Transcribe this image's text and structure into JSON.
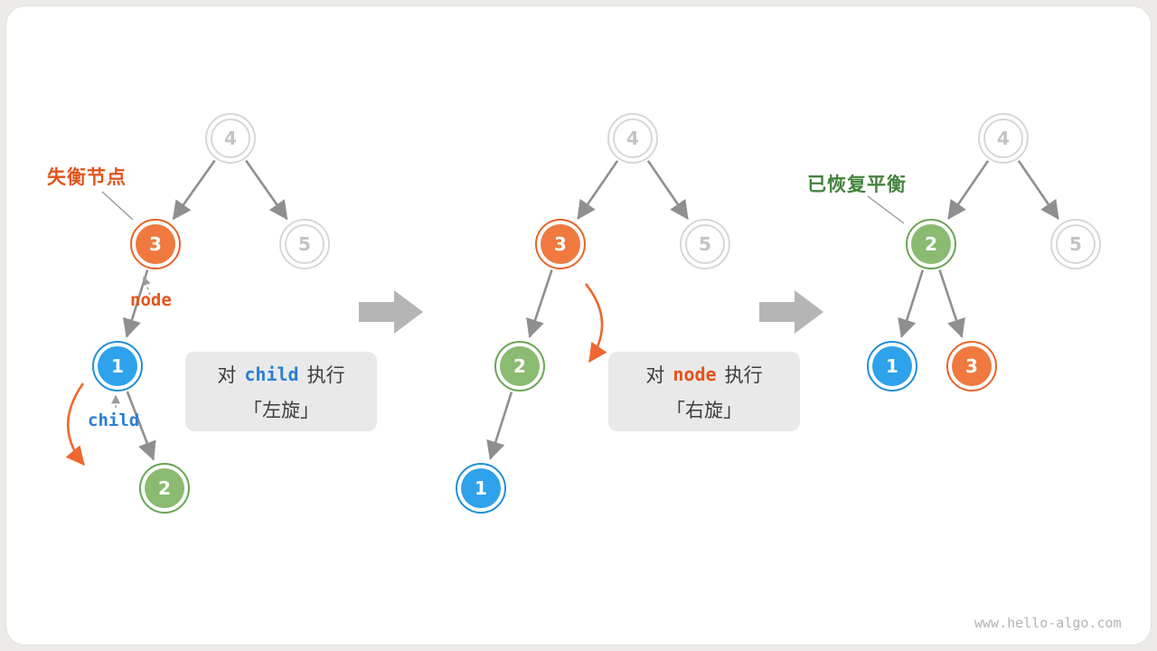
{
  "watermark": "www.hello-algo.com",
  "annotations": {
    "unbalanced_label": "失衡节点",
    "rebalanced_label": "已恢复平衡",
    "node_pointer": "node",
    "child_pointer": "child"
  },
  "captions": [
    {
      "prefix": "对",
      "code": "child",
      "suffix": "执行",
      "action": "「左旋」"
    },
    {
      "prefix": "对",
      "code": "node",
      "suffix": "执行",
      "action": "「右旋」"
    }
  ],
  "colors": {
    "orange": "#ee6b2f",
    "blue": "#2ea2ea",
    "green": "#8abb71",
    "gray_node": "#d7d7d7",
    "edge": "#8f8f8f",
    "big_arrow": "#b5b5b5",
    "caption_bg": "#e9e9e9"
  },
  "trees": [
    {
      "name": "step1-unbalanced-tree",
      "nodes": [
        {
          "value": "4",
          "color": "gray"
        },
        {
          "value": "3",
          "color": "orange"
        },
        {
          "value": "5",
          "color": "gray"
        },
        {
          "value": "1",
          "color": "blue"
        },
        {
          "value": "2",
          "color": "green"
        }
      ]
    },
    {
      "name": "step2-after-left-rotation",
      "nodes": [
        {
          "value": "4",
          "color": "gray"
        },
        {
          "value": "3",
          "color": "orange"
        },
        {
          "value": "5",
          "color": "gray"
        },
        {
          "value": "2",
          "color": "green"
        },
        {
          "value": "1",
          "color": "blue"
        }
      ]
    },
    {
      "name": "step3-rebalanced-tree",
      "nodes": [
        {
          "value": "4",
          "color": "gray"
        },
        {
          "value": "2",
          "color": "green"
        },
        {
          "value": "5",
          "color": "gray"
        },
        {
          "value": "1",
          "color": "blue"
        },
        {
          "value": "3",
          "color": "orange"
        }
      ]
    }
  ]
}
